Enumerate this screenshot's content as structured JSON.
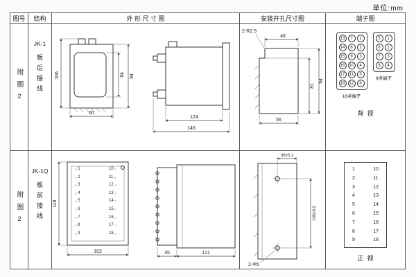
{
  "unit": "单位:mm",
  "headers": {
    "fig": "图号",
    "structure": "结构",
    "outline": "外 形 尺 寸 图",
    "install": "安装开孔尺寸图",
    "terminal": "端子图"
  },
  "rows": [
    {
      "fig": "附图2",
      "model": "JK-1",
      "wiring": "板后接线",
      "front": {
        "total_h": "106",
        "inner_h": "84",
        "body_h": "94",
        "width": "60"
      },
      "side": {
        "body_len": "124",
        "total_len": "146"
      },
      "install": {
        "radius_note": "2-R2.5",
        "top_w": "48",
        "h1": "81",
        "h2": "94",
        "bottom_w": "56"
      },
      "terminals18": [
        "13",
        "7",
        "1",
        "14",
        "8",
        "2",
        "15",
        "9",
        "3",
        "16",
        "10",
        "4",
        "17",
        "11",
        "5",
        "18",
        "12",
        "6"
      ],
      "terminals8": [
        "5",
        "1",
        "6",
        "2",
        "7",
        "3",
        "8",
        "4"
      ],
      "label18": "18点端子",
      "label8": "8点端子",
      "view": "背视"
    },
    {
      "fig": "附图2",
      "model": "JK-1Q",
      "wiring": "板前接线",
      "front": {
        "total_h": "118",
        "width": "102"
      },
      "side": {
        "plug_len": "35",
        "body_len": "121"
      },
      "install": {
        "top_w": "30±0.1",
        "vert": "100±0.2",
        "hole_note": "2-Φ5"
      },
      "terminals_left": [
        "1",
        "2",
        "3",
        "4",
        "5",
        "6",
        "7",
        "8",
        "9"
      ],
      "terminals_right": [
        "10",
        "11",
        "12",
        "13",
        "14",
        "15",
        "16",
        "17",
        "18"
      ],
      "view": "正视"
    }
  ]
}
